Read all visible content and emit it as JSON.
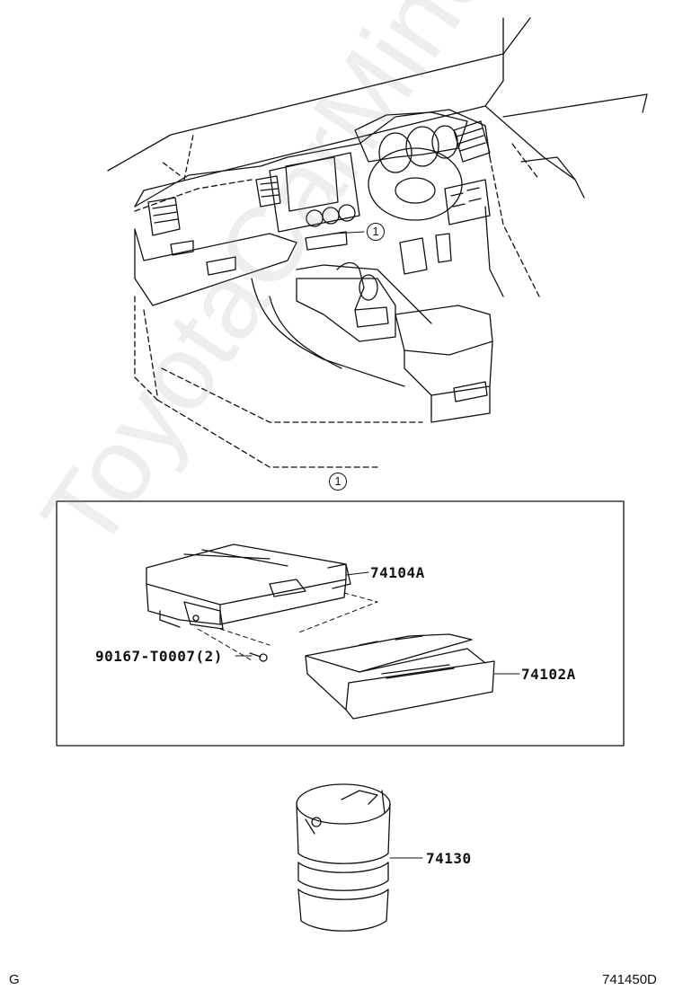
{
  "watermark": "ToyotaCarMine.ru",
  "callout_symbol": "1",
  "parts": {
    "p74104A": "74104A",
    "p74102A": "74102A",
    "p90167": "90167-T0007(2)",
    "p74130": "74130"
  },
  "footer": {
    "left_code": "G",
    "right_code": "741450D"
  }
}
